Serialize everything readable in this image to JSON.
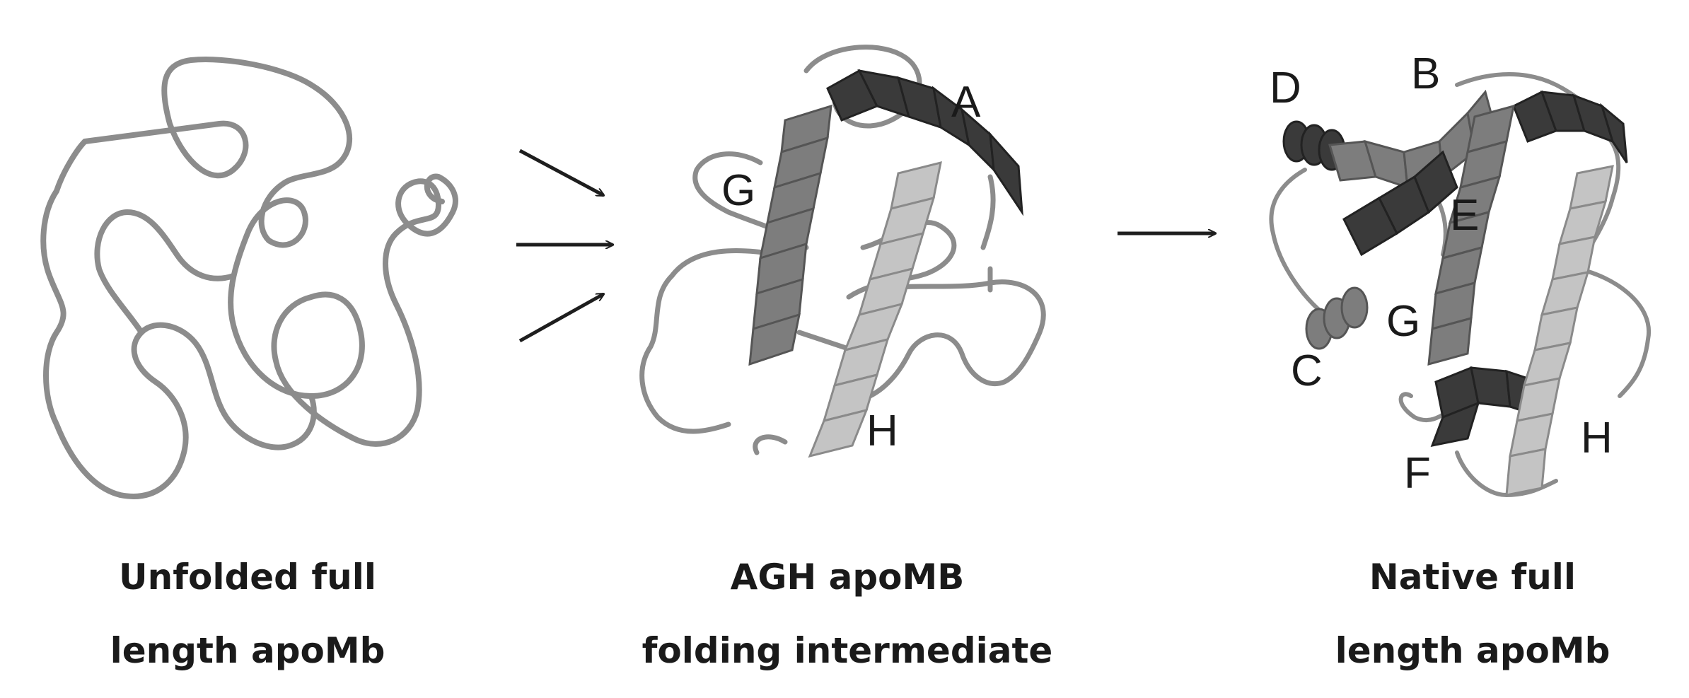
{
  "panels": [
    {
      "caption_line1": "Unfolded full",
      "caption_line2": "length apoMb",
      "labels": []
    },
    {
      "caption_line1": "AGH apoMB",
      "caption_line2": "folding intermediate",
      "labels": [
        "A",
        "G",
        "H"
      ]
    },
    {
      "caption_line1": "Native full",
      "caption_line2": "length apoMb",
      "labels": [
        "D",
        "B",
        "E",
        "G",
        "C",
        "F",
        "H"
      ]
    }
  ],
  "colors": {
    "coil": "#8c8c8c",
    "helix_dark": "#3a3a3a",
    "helix_mid": "#7d7d7d",
    "helix_light": "#c4c4c4",
    "arrow": "#1e1e1e",
    "text": "#1a1a1a"
  }
}
